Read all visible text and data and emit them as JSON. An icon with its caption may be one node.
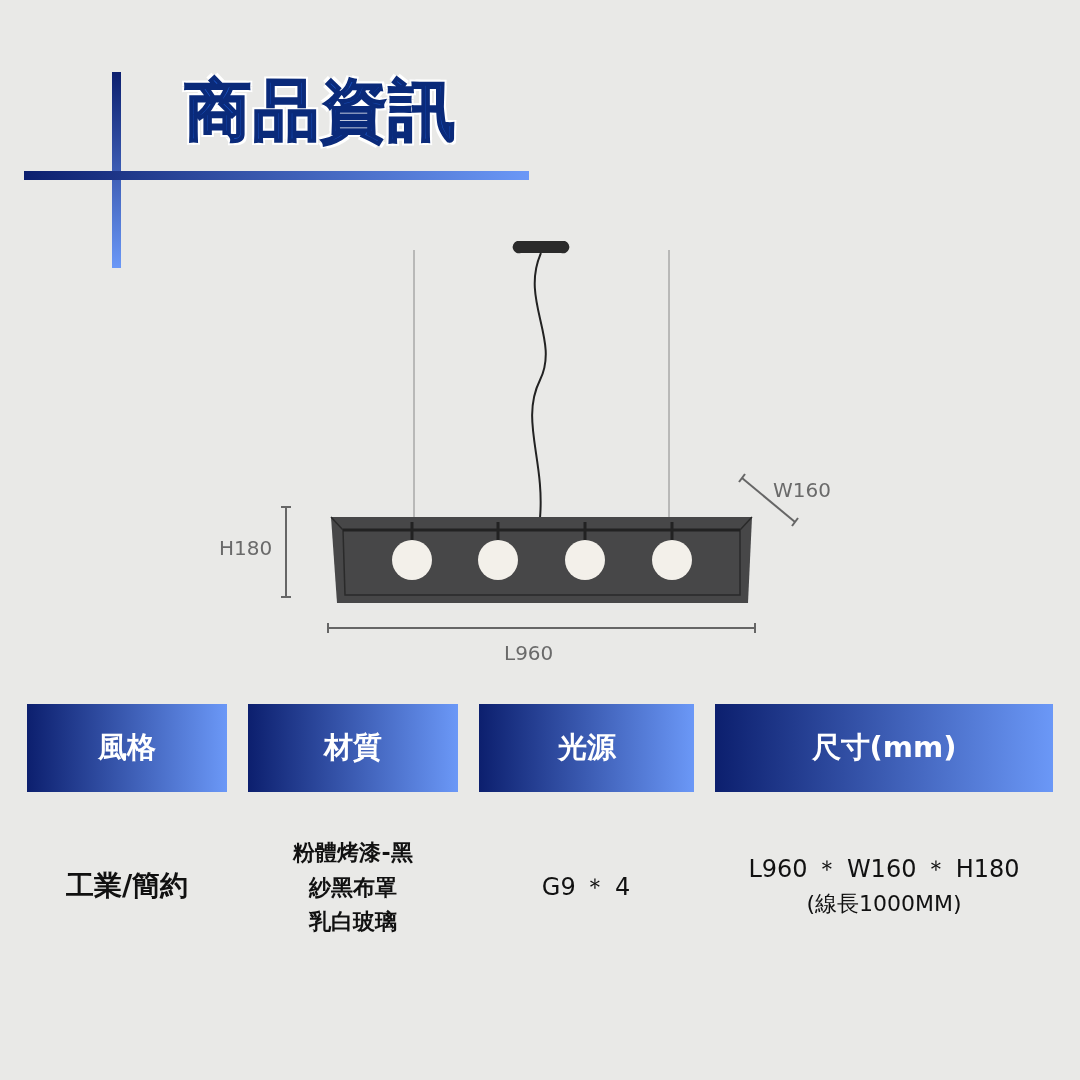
{
  "diagram": {
    "title": "商品資訊",
    "nodes": [
      {
        "text": [
          "風格"
        ]
      },
      {
        "text": [
          "材質"
        ]
      },
      {
        "text": [
          "光源"
        ]
      },
      {
        "text": [
          "尺寸(mm)"
        ]
      }
    ],
    "edges": [],
    "labels": [
      "W160",
      "H180",
      "L960",
      "工業/簡約",
      "粉體烤漆-黑",
      "紗黑布罩",
      "乳白玻璃",
      "G9 ＊ 4",
      "L960 ＊ W160 ＊ H180",
      "(線長1000MM)"
    ]
  }
}
